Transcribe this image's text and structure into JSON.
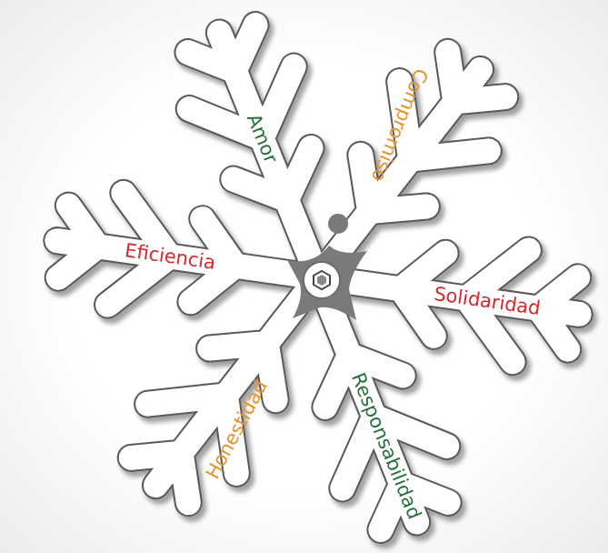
{
  "diagram": {
    "labels": [
      "Amor",
      "Compromiso",
      "Eficiencia",
      "Solidaridad",
      "Honestidad",
      "Responsabilidad"
    ]
  }
}
